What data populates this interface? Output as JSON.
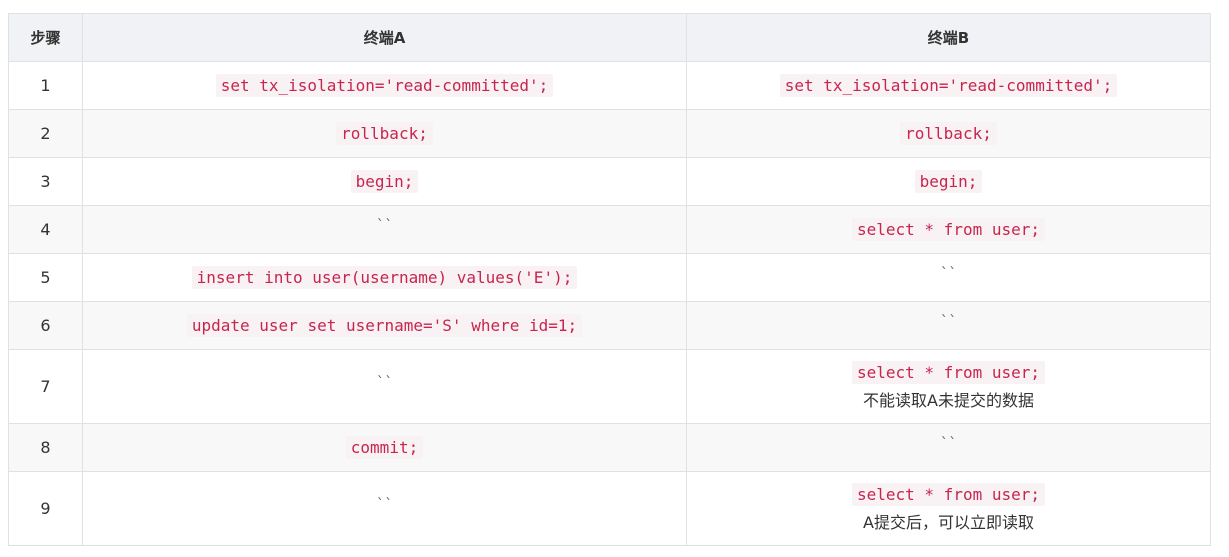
{
  "headers": [
    "步骤",
    "终端A",
    "终端B"
  ],
  "rows": [
    {
      "step": "1",
      "a": {
        "code": "set tx_isolation='read-committed';"
      },
      "b": {
        "code": "set tx_isolation='read-committed';"
      }
    },
    {
      "step": "2",
      "a": {
        "code": "rollback;"
      },
      "b": {
        "code": "rollback;"
      }
    },
    {
      "step": "3",
      "a": {
        "code": "begin;"
      },
      "b": {
        "code": "begin;"
      }
    },
    {
      "step": "4",
      "a": {
        "plain": "``"
      },
      "b": {
        "code": "select * from user;"
      }
    },
    {
      "step": "5",
      "a": {
        "code": "insert into user(username) values('E');"
      },
      "b": {
        "plain": "``"
      }
    },
    {
      "step": "6",
      "a": {
        "code": "update user set username='S' where id=1;"
      },
      "b": {
        "plain": "``"
      }
    },
    {
      "step": "7",
      "a": {
        "plain": "``"
      },
      "b": {
        "code": "select * from user;",
        "note": "不能读取A未提交的数据"
      }
    },
    {
      "step": "8",
      "a": {
        "code": "commit;"
      },
      "b": {
        "plain": "``"
      }
    },
    {
      "step": "9",
      "a": {
        "plain": "``"
      },
      "b": {
        "code": "select * from user;",
        "note": "A提交后，可以立即读取"
      }
    }
  ]
}
